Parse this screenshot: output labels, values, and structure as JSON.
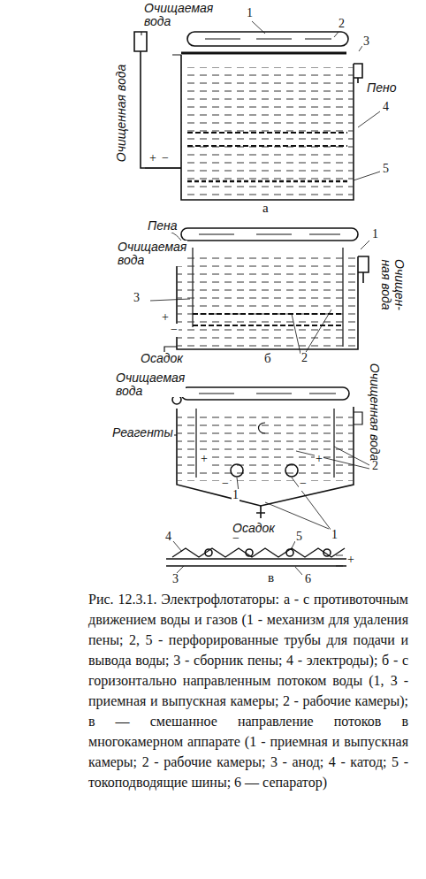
{
  "diagram": {
    "caption": "Рис. 12.3.1. Электрофлотаторы: а - с противоточным движением воды и газов (1 - механизм для удаления пены; 2, 5 - перфорированные трубы для подачи и вывода воды; 3 - сборник пены; 4 - электроды); б - с горизонтально направленным потоком воды (1, 3 - приемная и выпускная камеры; 2 - рабочие камеры); в — смешанное направление потоков в многокамерном аппарате (1 - приемная и выпускная камеры; 2 - рабочие камеры; 3 - анод; 4 - катод; 5 - токоподводящие шины; 6 — сепаратор)",
    "labels": [
      "Очищаемая вода",
      "Очищенная вода",
      "1",
      "2",
      "3",
      "Пено",
      "4",
      "5",
      "+",
      "−",
      "а",
      "Пена",
      "Очищаемая вода",
      "3",
      "+",
      "−",
      "Осадок",
      "1",
      "Очищен- ная вода",
      "2",
      "б",
      "Очищаемая вода",
      "Реагенты",
      "Очищенная вода",
      "+",
      "−",
      "−",
      "+",
      "2",
      "1",
      "1",
      "Осадок",
      "4",
      "−",
      "5",
      "+",
      "3",
      "в",
      "6"
    ]
  }
}
